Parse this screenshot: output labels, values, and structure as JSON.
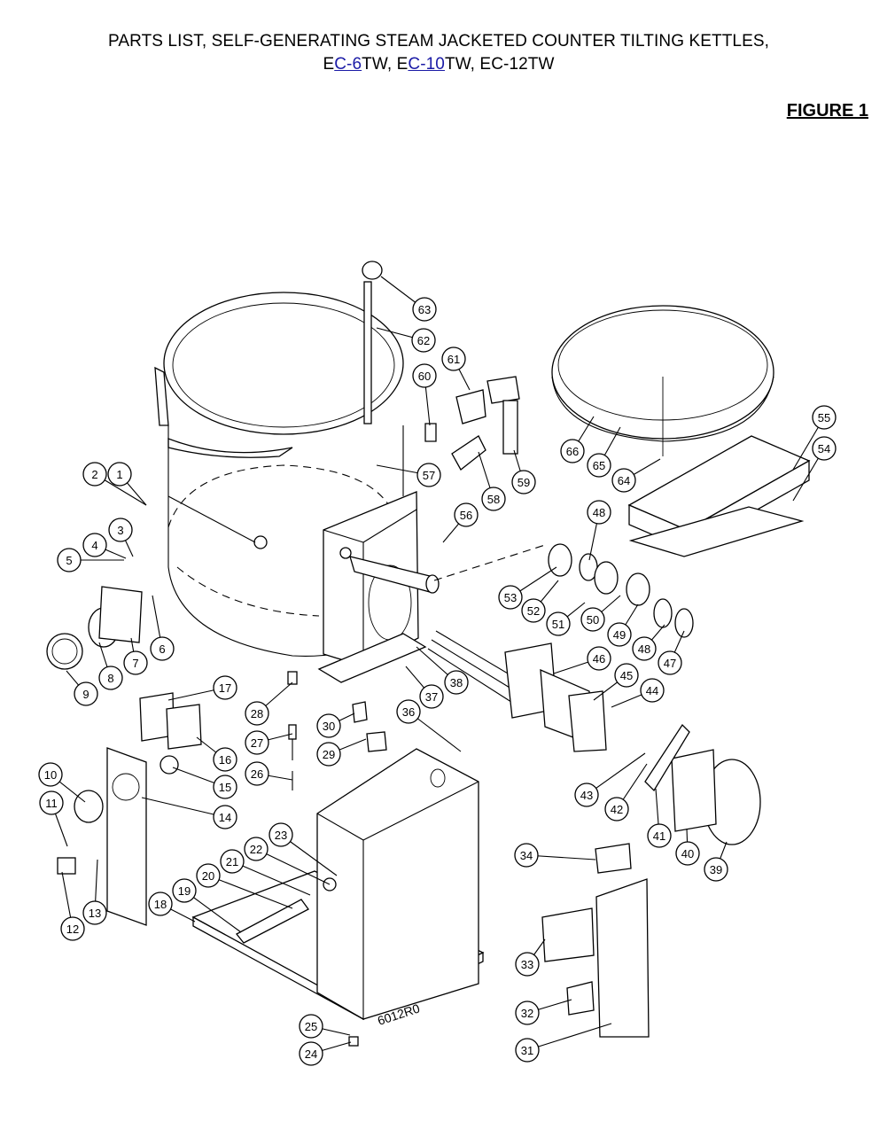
{
  "header": {
    "title_line1": "PARTS LIST, SELF-GENERATING STEAM JACKETED COUNTER TILTING KETTLES,",
    "model1_prefix": "E",
    "model1_link": "C-6",
    "model1_suffix": "TW, E",
    "model2_link": "C-10",
    "model2_suffix": "TW, EC-12TW",
    "figure_label": "FIGURE 1"
  },
  "drawing": {
    "stamp": "6012R0",
    "callouts": [
      "1",
      "2",
      "3",
      "4",
      "5",
      "6",
      "7",
      "8",
      "9",
      "10",
      "11",
      "12",
      "13",
      "14",
      "15",
      "16",
      "17",
      "18",
      "19",
      "20",
      "21",
      "22",
      "23",
      "24",
      "25",
      "26",
      "27",
      "28",
      "29",
      "30",
      "31",
      "32",
      "33",
      "34",
      "36",
      "37",
      "38",
      "39",
      "40",
      "41",
      "42",
      "43",
      "44",
      "45",
      "46",
      "47",
      "48",
      "48",
      "49",
      "50",
      "51",
      "52",
      "53",
      "54",
      "55",
      "56",
      "57",
      "58",
      "59",
      "60",
      "61",
      "62",
      "63",
      "64",
      "65",
      "66"
    ]
  }
}
